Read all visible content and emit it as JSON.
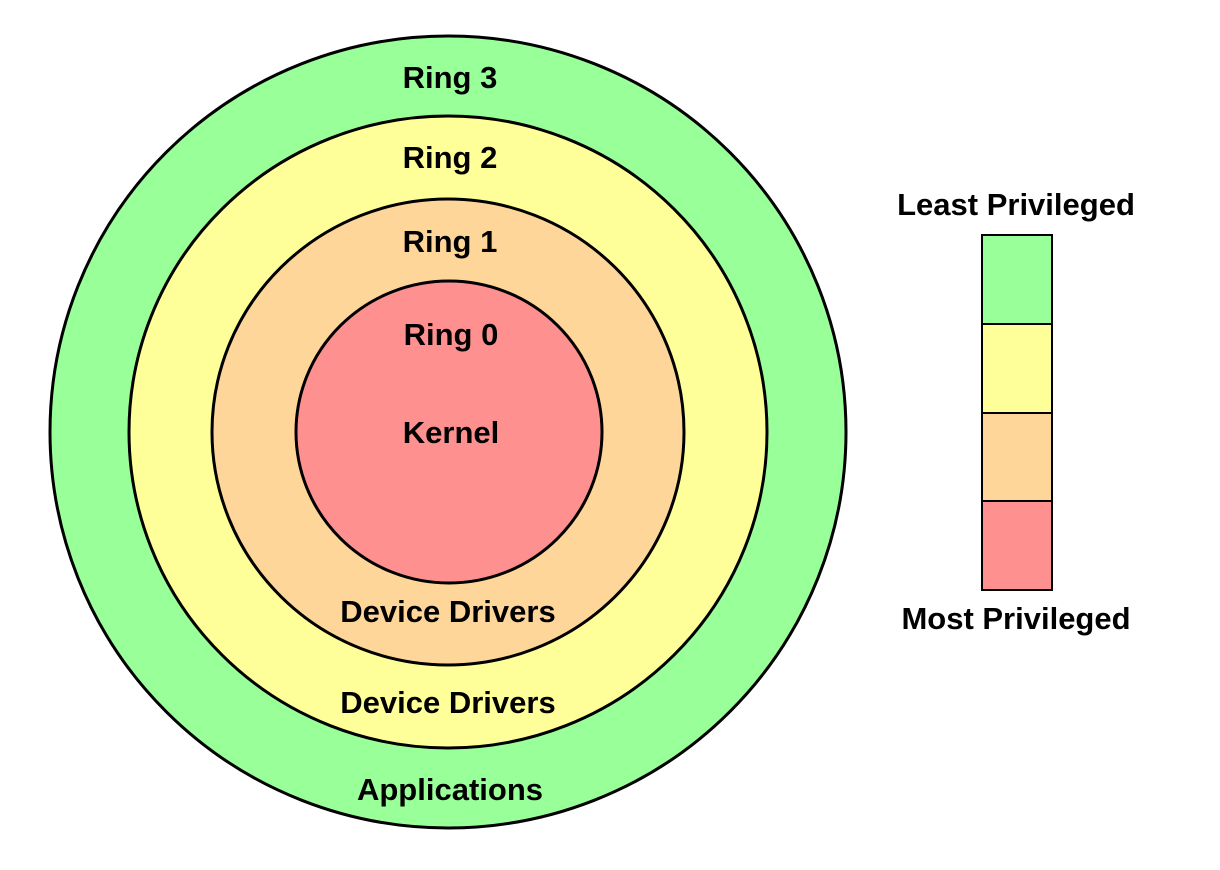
{
  "diagram": {
    "rings": [
      {
        "name": "Ring 3",
        "role": "Applications",
        "color": "#99ff99"
      },
      {
        "name": "Ring 2",
        "role": "Device Drivers",
        "color": "#ffff99"
      },
      {
        "name": "Ring 1",
        "role": "Device Drivers",
        "color": "#ffd699"
      },
      {
        "name": "Ring 0",
        "role": "Kernel",
        "color": "#ff9090"
      }
    ],
    "legend": {
      "top_label": "Least Privileged",
      "bottom_label": "Most Privileged",
      "colors": [
        "#99ff99",
        "#ffff99",
        "#ffd699",
        "#ff9090"
      ]
    }
  }
}
